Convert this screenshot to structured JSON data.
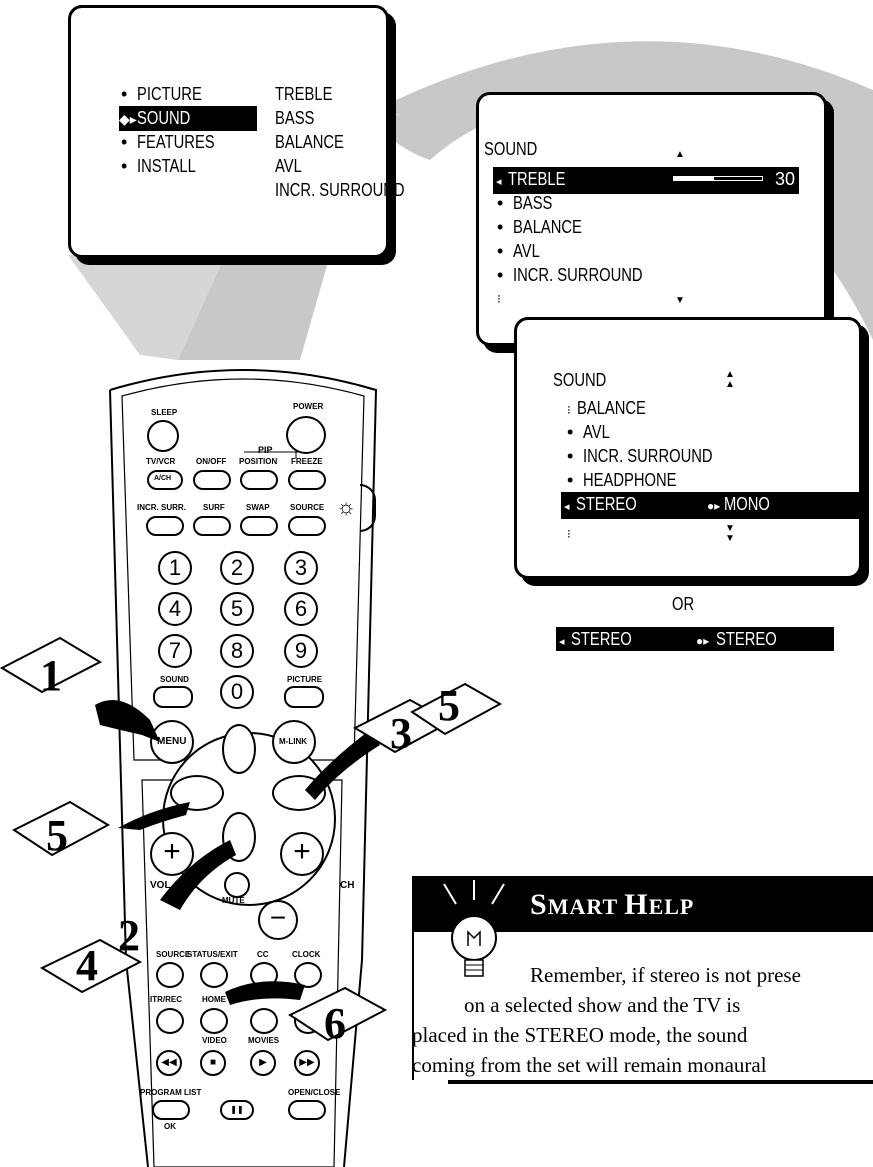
{
  "menu1": {
    "left": [
      "PICTURE",
      "SOUND",
      "FEATURES",
      "INSTALL"
    ],
    "right": [
      "TREBLE",
      "BASS",
      "BALANCE",
      "AVL",
      "INCR. SURROUND"
    ]
  },
  "menu2": {
    "title": "SOUND",
    "items": [
      "TREBLE",
      "BASS",
      "BALANCE",
      "AVL",
      "INCR. SURROUND"
    ],
    "treble_value": "30",
    "treble_level": 0.45
  },
  "menu3": {
    "title": "SOUND",
    "items": [
      "BALANCE",
      "AVL",
      "INCR. SURROUND",
      "HEADPHONE",
      "STEREO"
    ],
    "stereo_option": "MONO"
  },
  "or_label": "OR",
  "alt_bar": {
    "left": "STEREO",
    "right": "STEREO"
  },
  "remote": {
    "sleep": "SLEEP",
    "power": "POWER",
    "pip": "PIP",
    "tvvcr": "TV/VCR",
    "ach": "A/CH",
    "onoff": "ON/OFF",
    "position": "POSITION",
    "freeze": "FREEZE",
    "incr_surr": "INCR. SURR.",
    "surf": "SURF",
    "swap": "SWAP",
    "source": "SOURCE",
    "digits": [
      "1",
      "2",
      "3",
      "4",
      "5",
      "6",
      "7",
      "8",
      "9",
      "0"
    ],
    "sound": "SOUND",
    "picture": "PICTURE",
    "menu": "MENU",
    "mlink": "M-LINK",
    "plus": "+",
    "minus": "−",
    "vol": "VOL",
    "ch": "CH",
    "mute": "MUTE",
    "source2": "SOURCE",
    "status_exit": "STATUS/EXIT",
    "cc": "CC",
    "clock": "CLOCK",
    "itr_rec": "ITR/REC",
    "home": "HOME",
    "video": "VIDEO",
    "movies": "MOVIES",
    "program_list": "PROGRAM LIST",
    "ok": "OK",
    "open_close": "OPEN/CLOSE"
  },
  "steps": [
    "1",
    "5",
    "3",
    "5",
    "2",
    "4",
    "6"
  ],
  "help": {
    "title_s": "S",
    "title_rest": "MART ",
    "title_h": "H",
    "title_rest2": "ELP",
    "line1": "Remember, if stereo is not prese",
    "line2": "on a selected show and the TV is",
    "line3": "placed in the STEREO mode, the sound",
    "line4": "coming from the set will remain monaural"
  }
}
